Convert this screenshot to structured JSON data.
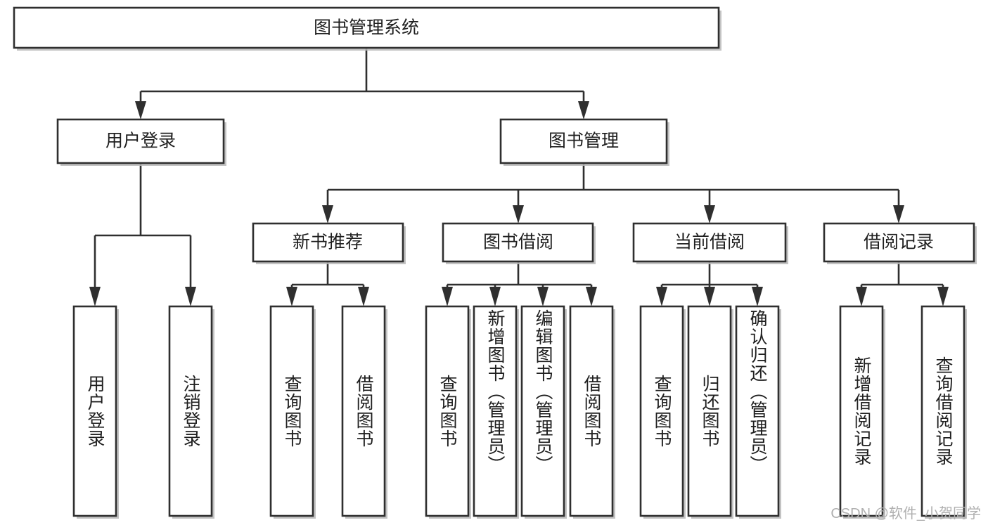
{
  "diagram": {
    "type": "tree",
    "title": "图书管理系统",
    "orientation": "top-down",
    "style": {
      "box_fill": "#ffffff",
      "box_stroke": "#2f2f2f",
      "connector_color": "#2f2f2f",
      "text_color": "#1f1f1f",
      "background": "#ffffff"
    },
    "levels": {
      "root": {
        "label": "图书管理系统"
      },
      "level2": [
        {
          "label": "用户登录"
        },
        {
          "label": "图书管理"
        }
      ],
      "level3": [
        {
          "label": "新书推荐"
        },
        {
          "label": "图书借阅"
        },
        {
          "label": "当前借阅"
        },
        {
          "label": "借阅记录"
        }
      ],
      "leaves": [
        {
          "label": "用户登录",
          "parent": "用户登录"
        },
        {
          "label": "注销登录",
          "parent": "用户登录"
        },
        {
          "label": "查询图书",
          "parent": "新书推荐"
        },
        {
          "label": "借阅图书",
          "parent": "新书推荐"
        },
        {
          "label": "查询图书",
          "parent": "图书借阅"
        },
        {
          "label": "新增图书（管理员）",
          "parent": "图书借阅"
        },
        {
          "label": "编辑图书（管理员）",
          "parent": "图书借阅"
        },
        {
          "label": "借阅图书",
          "parent": "图书借阅"
        },
        {
          "label": "查询图书",
          "parent": "当前借阅"
        },
        {
          "label": "归还图书",
          "parent": "当前借阅"
        },
        {
          "label": "确认归还（管理员）",
          "parent": "当前借阅"
        },
        {
          "label": "新增借阅记录",
          "parent": "借阅记录"
        },
        {
          "label": "查询借阅记录",
          "parent": "借阅记录"
        }
      ]
    }
  },
  "watermark": {
    "text": "CSDN @软件_小贺同学"
  }
}
